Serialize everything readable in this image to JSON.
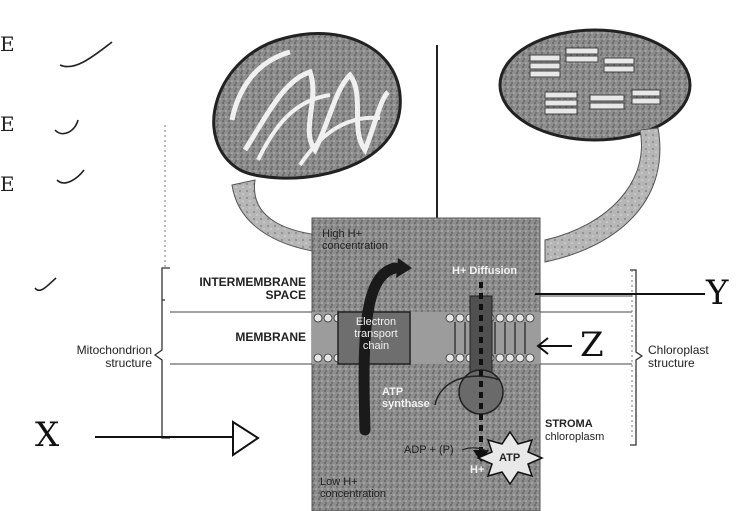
{
  "diagram": {
    "left_margin_letters": [
      "E",
      "E",
      "E"
    ],
    "mitochondrion_structure": "Mitochondrion structure",
    "intermembrane_space": "INTERMEMBRANE SPACE",
    "membrane": "MEMBRANE",
    "high_h_concentration": "High H+ concentration",
    "h_diffusion": "H+ Diffusion",
    "electron_transport_chain": "Electron transport chain",
    "atp_synthase": "ATP synthase",
    "adp_p": "ADP + (P)",
    "atp": "ATP",
    "h_plus": "H+",
    "low_h_concentration": "Low H+ concentration",
    "stroma": "STROMA",
    "chloroplasm": "chloroplasm",
    "chloroplast_structure": "Chloroplast structure",
    "handwritten_x": "X",
    "handwritten_y": "Y",
    "handwritten_z": "Z"
  },
  "colors": {
    "ink": "#1a1a1a",
    "panel_gray": "#8a8a8a",
    "panel_dark": "#3a3a3a",
    "organelle_fill": "#9a9a9a",
    "stalk_fill": "#b8b8b8"
  }
}
